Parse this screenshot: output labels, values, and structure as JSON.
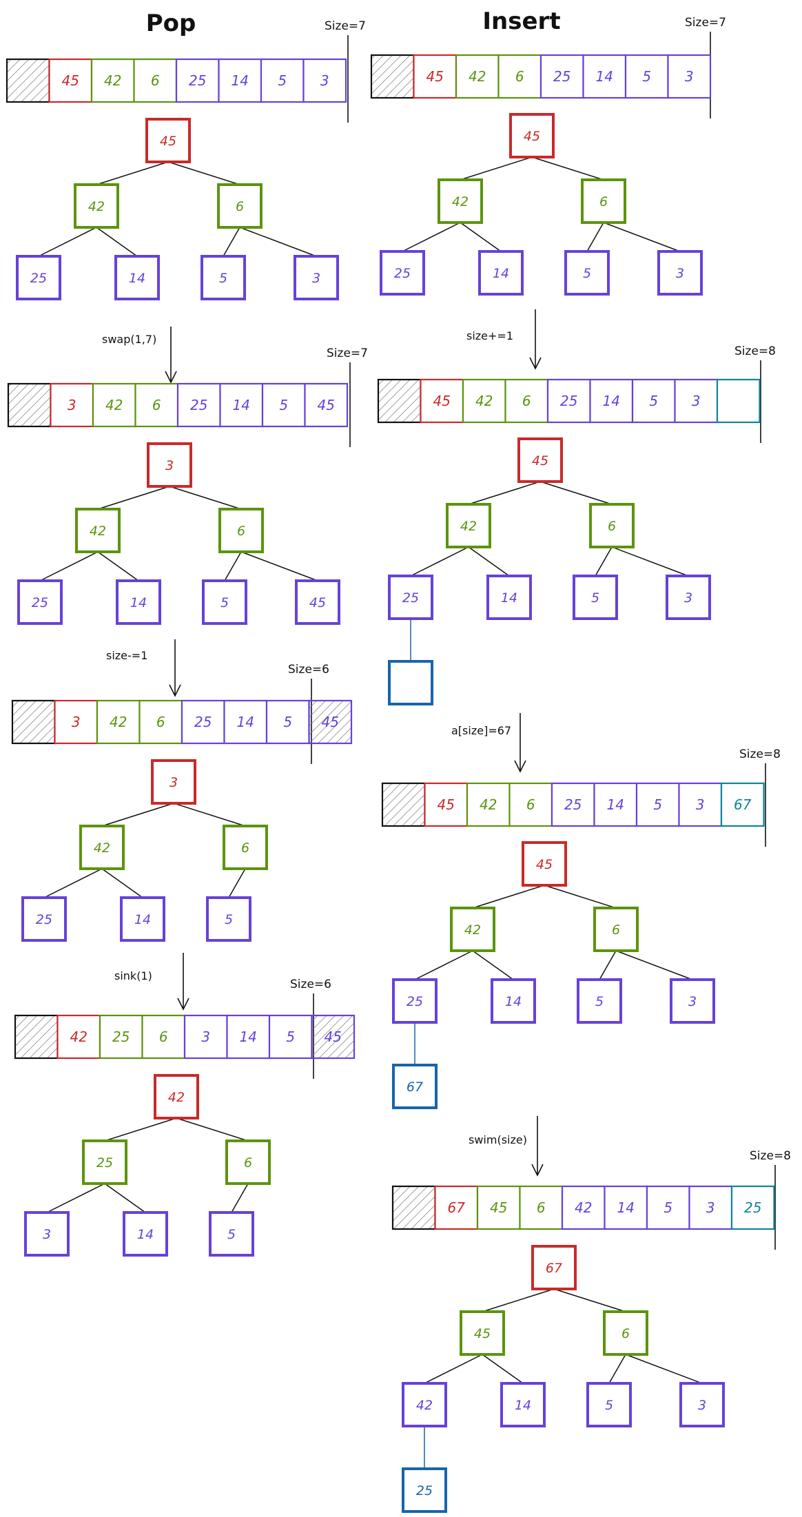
{
  "colors": {
    "root": "#c92a2a",
    "level1": "#5c940d",
    "level2": "#6741d9",
    "new": "#1864ab",
    "new_cell": "#0c8599",
    "ink": "#111111",
    "hatch": "#777777"
  },
  "columns": [
    {
      "id": "pop",
      "title": "Pop",
      "steps": [
        {
          "op": "",
          "size": "Size=7",
          "array": [
            "",
            "45",
            "42",
            "6",
            "25",
            "14",
            "5",
            "3"
          ],
          "hatched": [
            0
          ],
          "tree": [
            "45",
            "42",
            "6",
            "25",
            "14",
            "5",
            "3"
          ],
          "extra": ""
        },
        {
          "op": "swap(1,7)",
          "size": "Size=7",
          "array": [
            "",
            "3",
            "42",
            "6",
            "25",
            "14",
            "5",
            "45"
          ],
          "hatched": [
            0
          ],
          "tree": [
            "3",
            "42",
            "6",
            "25",
            "14",
            "5",
            "45"
          ],
          "extra": ""
        },
        {
          "op": "size-=1",
          "size": "Size=6",
          "array": [
            "",
            "3",
            "42",
            "6",
            "25",
            "14",
            "5",
            "45"
          ],
          "hatched": [
            0,
            7
          ],
          "tree": [
            "3",
            "42",
            "6",
            "25",
            "14",
            "5"
          ],
          "extra": ""
        },
        {
          "op": "sink(1)",
          "size": "Size=6",
          "array": [
            "",
            "42",
            "25",
            "6",
            "3",
            "14",
            "5",
            "45"
          ],
          "hatched": [
            0,
            7
          ],
          "tree": [
            "42",
            "25",
            "6",
            "3",
            "14",
            "5"
          ],
          "extra": ""
        }
      ]
    },
    {
      "id": "insert",
      "title": "Insert",
      "steps": [
        {
          "op": "",
          "size": "Size=7",
          "array": [
            "",
            "45",
            "42",
            "6",
            "25",
            "14",
            "5",
            "3"
          ],
          "hatched": [
            0
          ],
          "tree": [
            "45",
            "42",
            "6",
            "25",
            "14",
            "5",
            "3"
          ],
          "extra": ""
        },
        {
          "op": "size+=1",
          "size": "Size=8",
          "array": [
            "",
            "45",
            "42",
            "6",
            "25",
            "14",
            "5",
            "3",
            ""
          ],
          "hatched": [
            0
          ],
          "tree": [
            "45",
            "42",
            "6",
            "25",
            "14",
            "5",
            "3"
          ],
          "extra": ""
        },
        {
          "op": "a[size]=67",
          "size": "Size=8",
          "array": [
            "",
            "45",
            "42",
            "6",
            "25",
            "14",
            "5",
            "3",
            "67"
          ],
          "hatched": [
            0
          ],
          "tree": [
            "45",
            "42",
            "6",
            "25",
            "14",
            "5",
            "3"
          ],
          "extra": "67"
        },
        {
          "op": "swim(size)",
          "size": "Size=8",
          "array": [
            "",
            "67",
            "45",
            "6",
            "42",
            "14",
            "5",
            "3",
            "25"
          ],
          "hatched": [
            0
          ],
          "tree": [
            "67",
            "45",
            "6",
            "42",
            "14",
            "5",
            "3"
          ],
          "extra": "25"
        }
      ]
    }
  ]
}
